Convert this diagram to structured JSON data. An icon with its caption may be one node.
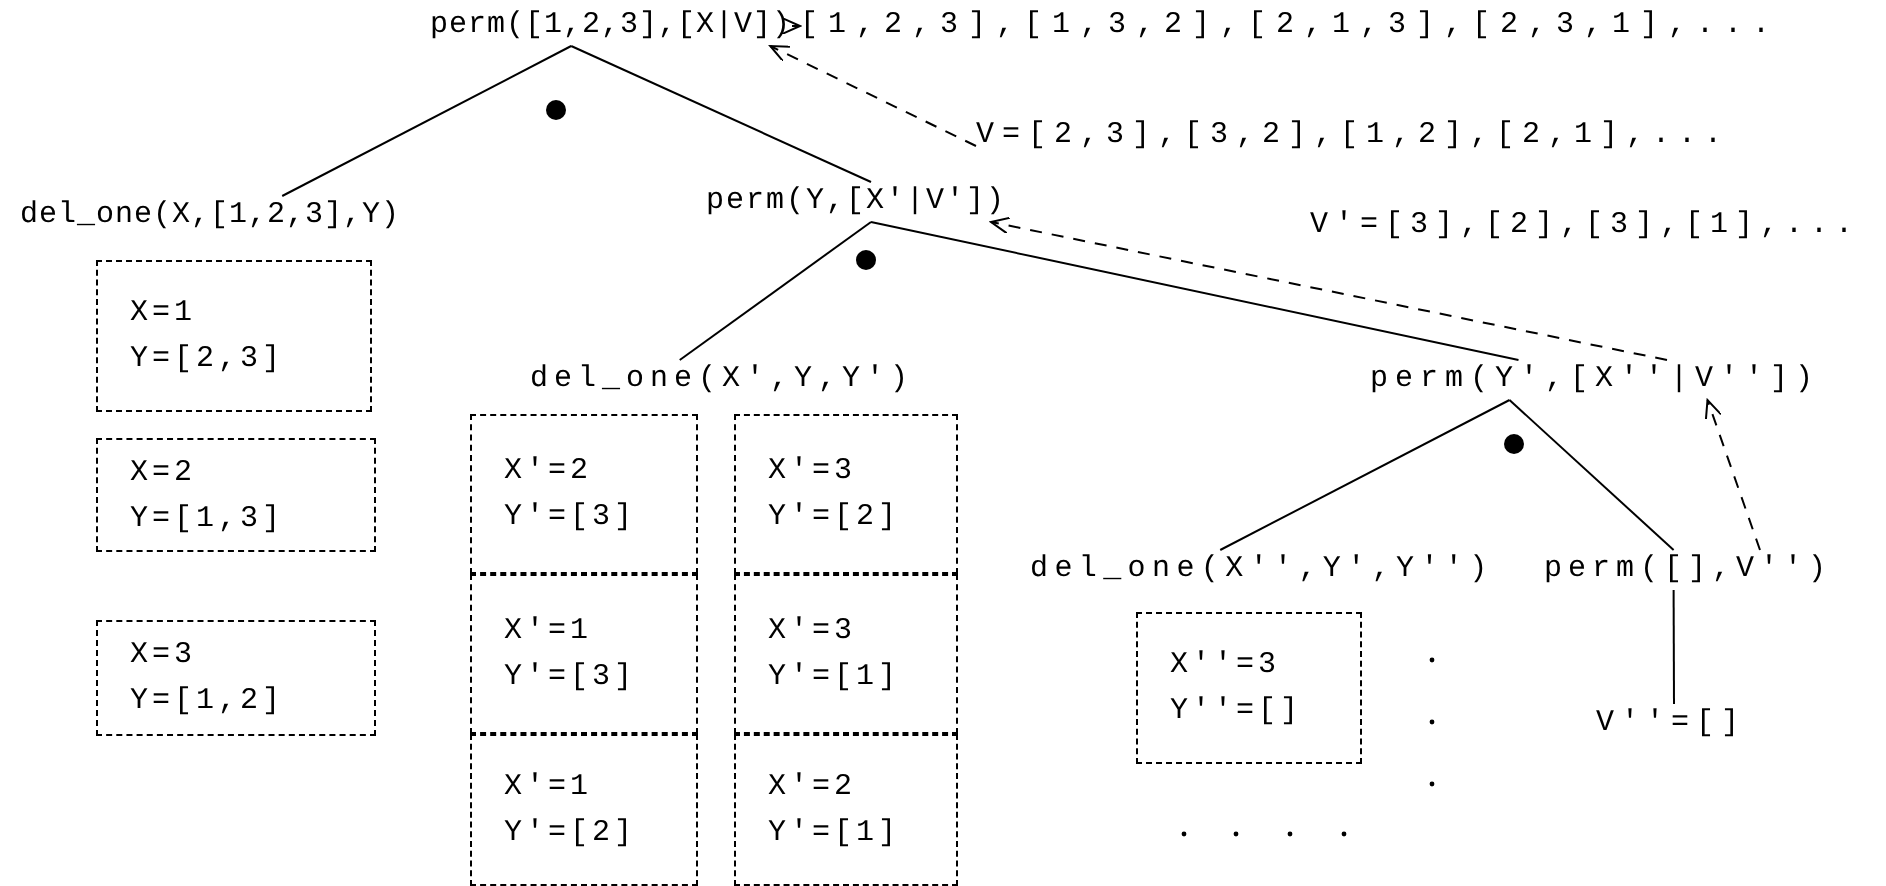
{
  "diagram": {
    "nodes": [
      {
        "text": [
          "perm([1,2,3],[X|V])"
        ]
      },
      {
        "text": [
          "[1,2,3],[1,3,2],[2,1,3],[2,3,1],..."
        ]
      },
      {
        "text": [
          "del_one(X,[1,2,3],Y)"
        ]
      },
      {
        "text": [
          "perm(Y,[X'|V'])"
        ]
      },
      {
        "text": [
          "V=[2,3],[3,2],[1,2],[2,1],..."
        ]
      },
      {
        "text": [
          "X=1",
          "Y=[2,3]"
        ]
      },
      {
        "text": [
          "X=2",
          "Y=[1,3]"
        ]
      },
      {
        "text": [
          "X=3",
          "Y=[1,2]"
        ]
      },
      {
        "text": [
          "del_one(X',Y,Y')"
        ]
      },
      {
        "text": [
          "X'=2",
          "Y'=[3]"
        ]
      },
      {
        "text": [
          "X'=3",
          "Y'=[2]"
        ]
      },
      {
        "text": [
          "X'=1",
          "Y'=[3]"
        ]
      },
      {
        "text": [
          "X'=3",
          "Y'=[1]"
        ]
      },
      {
        "text": [
          "X'=1",
          "Y'=[2]"
        ]
      },
      {
        "text": [
          "X'=2",
          "Y'=[1]"
        ]
      },
      {
        "text": [
          "V'=[3],[2],[3],[1],..."
        ]
      },
      {
        "text": [
          "perm(Y',[X''|V''])"
        ]
      },
      {
        "text": [
          "del_one(X'',Y',Y'')"
        ]
      },
      {
        "text": [
          "perm([],V'')"
        ]
      },
      {
        "text": [
          "X''=3",
          "Y''=[]"
        ]
      },
      {
        "text": [
          "V''=[]"
        ]
      }
    ],
    "edges": [
      {
        "from": 0,
        "to": 2,
        "arrow": "none"
      },
      {
        "from": 0,
        "to": 3,
        "arrow": "none"
      },
      {
        "from": 3,
        "to": 8,
        "arrow": "none"
      },
      {
        "from": 3,
        "to": 16,
        "arrow": "none"
      },
      {
        "from": 16,
        "to": 17,
        "arrow": "none"
      },
      {
        "from": 16,
        "to": 18,
        "arrow": "none"
      },
      {
        "from": 18,
        "to": 20,
        "arrow": "none"
      },
      {
        "from": 0,
        "to": 1,
        "arrow": "to",
        "style": "dashed"
      },
      {
        "from": 4,
        "to": 0,
        "arrow": "to",
        "style": "dashed"
      },
      {
        "from": 16,
        "to": 3,
        "arrow": "to",
        "style": "dashed"
      },
      {
        "from": 18,
        "to": 16,
        "arrow": "to",
        "style": "dashed"
      }
    ]
  }
}
